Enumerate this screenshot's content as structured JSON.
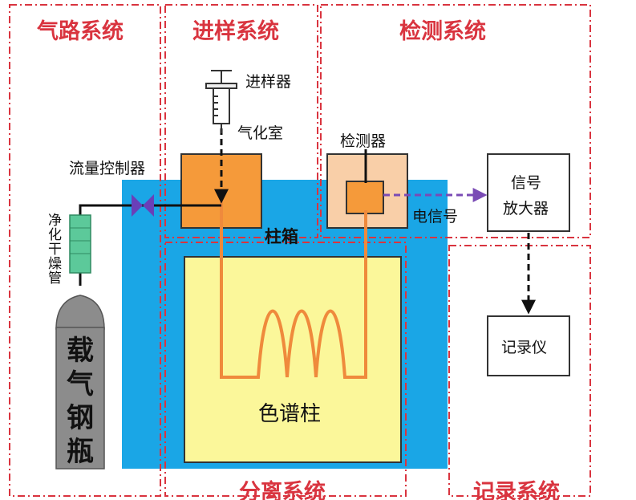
{
  "sections": {
    "gas": "气路系统",
    "injection": "进样系统",
    "detection": "检测系统",
    "separation": "分离系统",
    "recording": "记录系统"
  },
  "labels": {
    "injector": "进样器",
    "vaporizer": "气化室",
    "flow_controller": "流量控制器",
    "purifier": [
      "净",
      "化",
      "干",
      "燥",
      "管"
    ],
    "cylinder": [
      "载",
      "气",
      "钢",
      "瓶"
    ],
    "detector": "检测器",
    "signal": "电信号",
    "amplifier": [
      "信号",
      "放大器"
    ],
    "recorder": "记录仪",
    "oven": "柱箱",
    "column": "色谱柱"
  },
  "colors": {
    "section_border": "#d9343f",
    "oven": "#1aa6e6",
    "column_box": "#fbf79a",
    "vaporizer": "#f59a3a",
    "detector_outer": "#f9cfa8",
    "tubing": "#ef8a3c",
    "purifier": "#5cc99a",
    "cylinder": "#8c8c8c",
    "valve": "#6a3fb8",
    "signal_arrow": "#7a4bb5"
  }
}
